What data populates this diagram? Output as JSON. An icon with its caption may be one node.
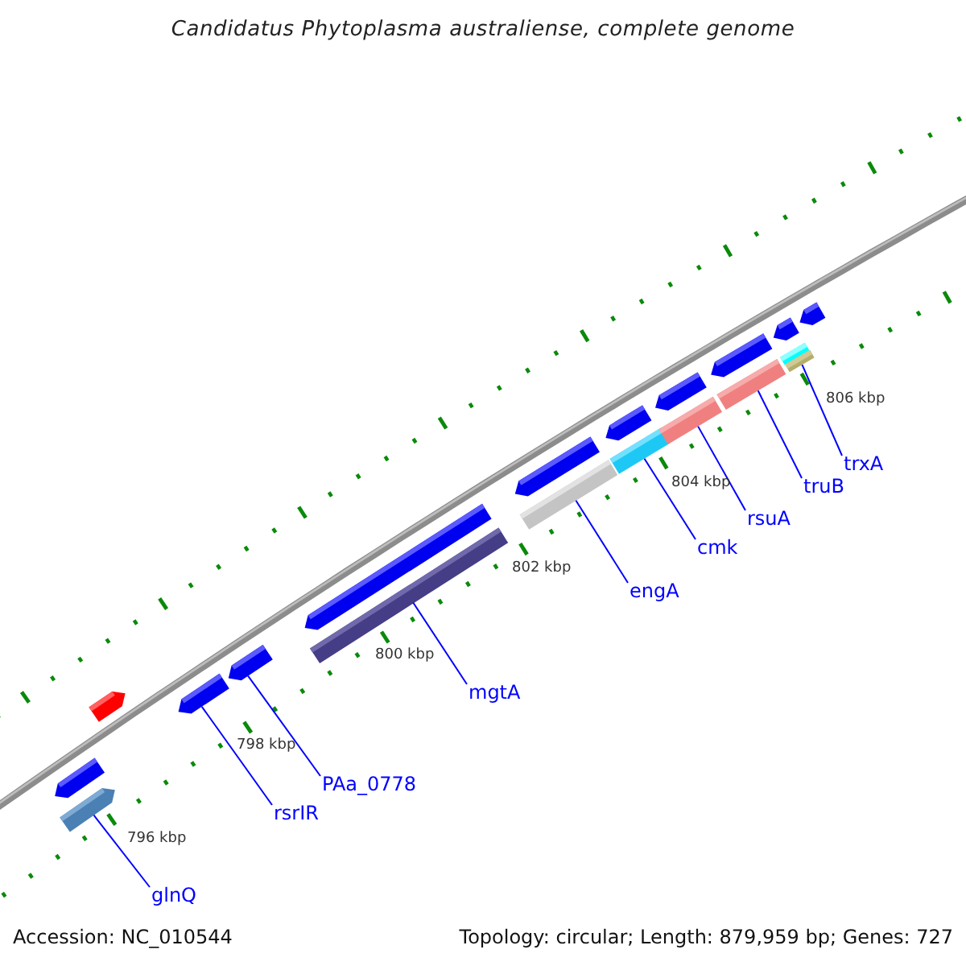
{
  "diagram": {
    "title": "Candidatus Phytoplasma australiense, complete genome",
    "nodes": [
      {
        "text": [],
        "shape": "pentagon"
      },
      {
        "text": [],
        "shape": "pentagon"
      },
      {
        "text": [],
        "shape": "pentagon"
      },
      {
        "text": [],
        "shape": "pentagon"
      },
      {
        "text": [],
        "shape": "pentagon"
      },
      {
        "text": [],
        "shape": "pentagon"
      },
      {
        "text": [],
        "shape": "bar"
      },
      {
        "text": [],
        "shape": "pentagon"
      },
      {
        "text": [],
        "shape": "bar"
      },
      {
        "text": [],
        "shape": "pentagon"
      },
      {
        "text": [],
        "shape": "bar"
      },
      {
        "text": [],
        "shape": "pentagon"
      },
      {
        "text": [],
        "shape": "bar"
      },
      {
        "text": [],
        "shape": "pentagon"
      },
      {
        "text": [],
        "shape": "bar"
      },
      {
        "text": [],
        "shape": "pentagon"
      },
      {
        "text": [],
        "shape": "bar"
      },
      {
        "text": [],
        "shape": "bar"
      },
      {
        "text": [],
        "shape": "pentagon"
      },
      {
        "text": [
          "glnQ"
        ]
      },
      {
        "text": [
          "rsrIR"
        ]
      },
      {
        "text": [
          "PAa_0778"
        ]
      },
      {
        "text": [
          "mgtA"
        ]
      },
      {
        "text": [
          "engA"
        ]
      },
      {
        "text": [
          "cmk"
        ]
      },
      {
        "text": [
          "rsuA"
        ]
      },
      {
        "text": [
          "truB"
        ]
      },
      {
        "text": [
          "trxA"
        ]
      }
    ],
    "edges": [
      {
        "from": 19,
        "to": 1,
        "arrow": "none"
      },
      {
        "from": 20,
        "to": 3,
        "arrow": "none"
      },
      {
        "from": 21,
        "to": 4,
        "arrow": "none"
      },
      {
        "from": 22,
        "to": 6,
        "arrow": "none"
      },
      {
        "from": 23,
        "to": 8,
        "arrow": "none"
      },
      {
        "from": 24,
        "to": 10,
        "arrow": "none"
      },
      {
        "from": 25,
        "to": 12,
        "arrow": "none"
      },
      {
        "from": 26,
        "to": 14,
        "arrow": "none"
      },
      {
        "from": 27,
        "to": 17,
        "arrow": "none"
      }
    ],
    "labels": [
      "796 kbp",
      "798 kbp",
      "800 kbp",
      "802 kbp",
      "804 kbp",
      "806 kbp",
      "Accession: NC_010544",
      "Topology: circular; Length: 879,959 bp; Genes: 727"
    ]
  }
}
